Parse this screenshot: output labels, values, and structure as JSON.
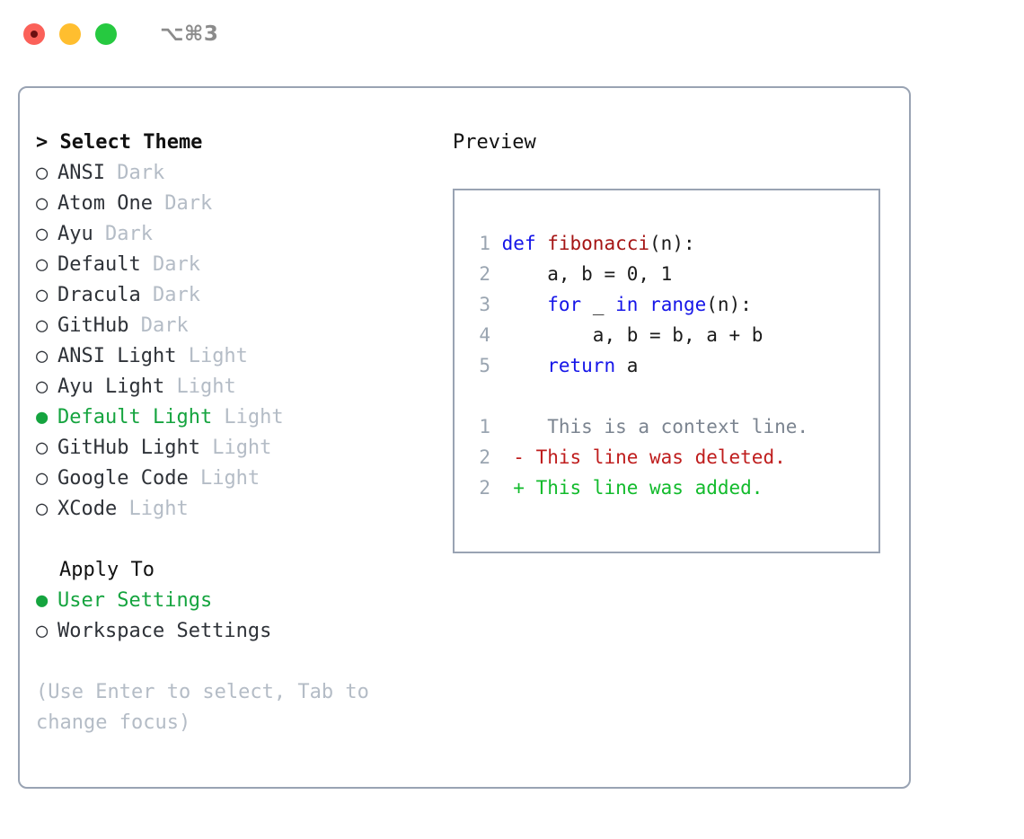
{
  "titlebar": {
    "shortcut": "⌥⌘3",
    "lights": [
      {
        "name": "close",
        "color": "#fb6159"
      },
      {
        "name": "minimize",
        "color": "#ffbe2f"
      },
      {
        "name": "maximize",
        "color": "#26c940"
      }
    ]
  },
  "theme_picker": {
    "heading": "> Select Theme",
    "bullet_off": "○",
    "bullet_on": "●",
    "options": [
      {
        "name": "ANSI",
        "kind": "Dark",
        "selected": false
      },
      {
        "name": "Atom One",
        "kind": "Dark",
        "selected": false
      },
      {
        "name": "Ayu",
        "kind": "Dark",
        "selected": false
      },
      {
        "name": "Default",
        "kind": "Dark",
        "selected": false
      },
      {
        "name": "Dracula",
        "kind": "Dark",
        "selected": false
      },
      {
        "name": "GitHub",
        "kind": "Dark",
        "selected": false
      },
      {
        "name": "ANSI Light",
        "kind": "Light",
        "selected": false
      },
      {
        "name": "Ayu Light",
        "kind": "Light",
        "selected": false
      },
      {
        "name": "Default Light",
        "kind": "Light",
        "selected": true
      },
      {
        "name": "GitHub Light",
        "kind": "Light",
        "selected": false
      },
      {
        "name": "Google Code",
        "kind": "Light",
        "selected": false
      },
      {
        "name": "XCode",
        "kind": "Light",
        "selected": false
      }
    ]
  },
  "apply_to": {
    "heading": "Apply To",
    "options": [
      {
        "name": "User Settings",
        "selected": true
      },
      {
        "name": "Workspace Settings",
        "selected": false
      }
    ]
  },
  "hint": "(Use Enter to select, Tab to change focus)",
  "preview": {
    "heading": "Preview",
    "code": [
      {
        "lineno": "1",
        "tokens": [
          {
            "t": "def ",
            "c": "kw"
          },
          {
            "t": "fibonacci",
            "c": "fn"
          },
          {
            "t": "(n):",
            "c": "pl"
          }
        ]
      },
      {
        "lineno": "2",
        "tokens": [
          {
            "t": "    a, b = 0, 1",
            "c": "pl"
          }
        ]
      },
      {
        "lineno": "3",
        "tokens": [
          {
            "t": "    ",
            "c": "pl"
          },
          {
            "t": "for",
            "c": "kw"
          },
          {
            "t": " _ ",
            "c": "pl"
          },
          {
            "t": "in",
            "c": "kw"
          },
          {
            "t": " ",
            "c": "pl"
          },
          {
            "t": "range",
            "c": "kw"
          },
          {
            "t": "(n):",
            "c": "pl"
          }
        ]
      },
      {
        "lineno": "4",
        "tokens": [
          {
            "t": "        a, b = b, a + b",
            "c": "pl"
          }
        ]
      },
      {
        "lineno": "5",
        "tokens": [
          {
            "t": "    ",
            "c": "pl"
          },
          {
            "t": "return",
            "c": "kw"
          },
          {
            "t": " a",
            "c": "pl"
          }
        ]
      }
    ],
    "diff": [
      {
        "lineno": "1",
        "marker": " ",
        "text": "  This is a context line.",
        "kind": "ctx"
      },
      {
        "lineno": "2",
        "marker": "-",
        "text": " This line was deleted.",
        "kind": "del"
      },
      {
        "lineno": "2",
        "marker": "+",
        "text": " This line was added.",
        "kind": "add"
      }
    ]
  },
  "colors": {
    "accent_green": "#15a43f",
    "muted": "#b4bcc6",
    "border": "#99a3b3",
    "keyword_blue": "#1515e8",
    "function_red": "#a51414",
    "diff_add": "#12bb2c",
    "diff_del": "#bf1d1d"
  }
}
